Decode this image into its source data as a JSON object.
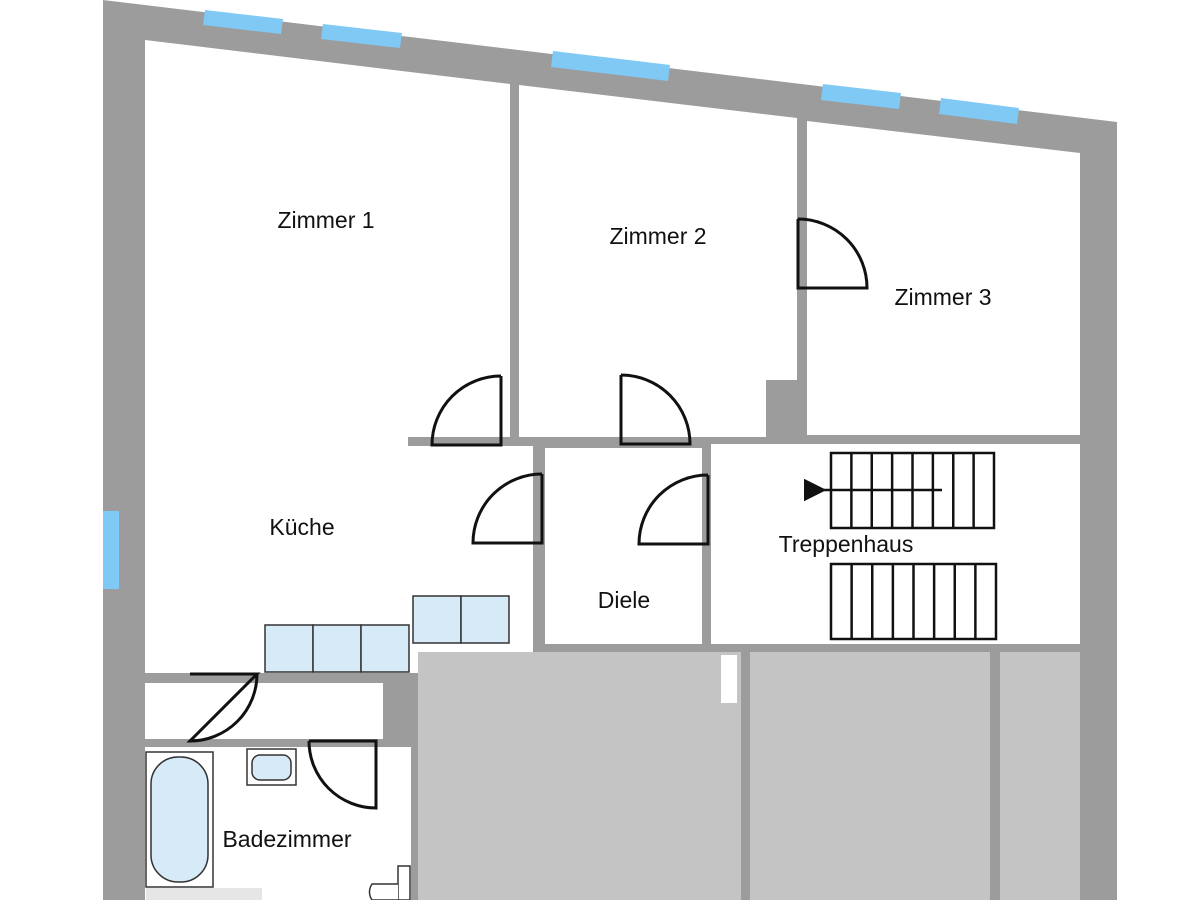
{
  "rooms": {
    "zimmer1": "Zimmer 1",
    "zimmer2": "Zimmer 2",
    "zimmer3": "Zimmer 3",
    "kueche": "Küche",
    "diele": "Diele",
    "treppenhaus": "Treppenhaus",
    "badezimmer": "Badezimmer"
  },
  "colors": {
    "wall": "#9c9c9c",
    "floor": "#ffffff",
    "window": "#7fc9f4",
    "fixture_fill": "#d6eaf8",
    "neighbor_area": "#c4c4c4",
    "line": "#111111"
  },
  "stairs": {
    "upper_flight_steps": 8,
    "lower_flight_steps": 8,
    "direction": "left"
  }
}
